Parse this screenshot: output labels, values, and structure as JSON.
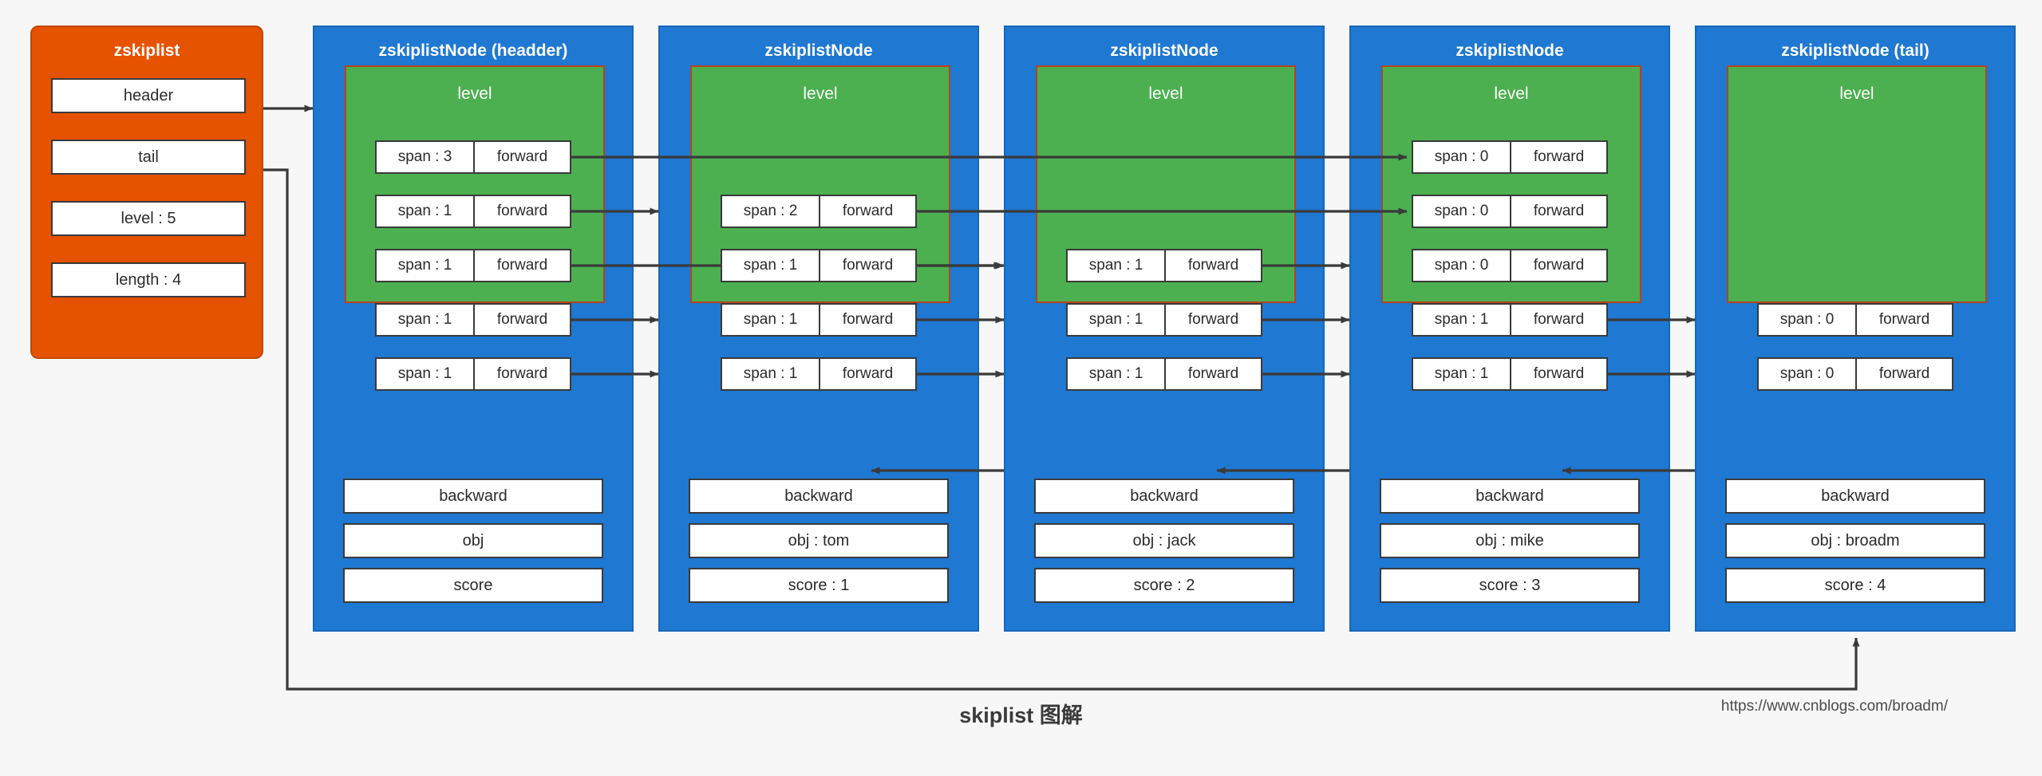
{
  "caption": "skiplist 图解",
  "credit": "https://www.cnblogs.com/broadm/",
  "colors": {
    "background": "#f7f7f7",
    "zskiplist_fill": "#e55200",
    "node_fill": "#1f78d1",
    "level_fill": "#4cb050",
    "level_border": "#b5431c",
    "field_fill": "#ffffff",
    "stroke": "#3a3a3a"
  },
  "zskiplist": {
    "title": "zskiplist",
    "fields": [
      {
        "label": "header"
      },
      {
        "label": "tail"
      },
      {
        "label": "level : 5"
      },
      {
        "label": "length : 4"
      }
    ]
  },
  "nodes": [
    {
      "title": "zskiplistNode (headder)",
      "level_label": "level",
      "levels": [
        {
          "span": "span : 3",
          "forward": "forward"
        },
        {
          "span": "span : 1",
          "forward": "forward"
        },
        {
          "span": "span : 1",
          "forward": "forward"
        },
        {
          "span": "span : 1",
          "forward": "forward"
        },
        {
          "span": "span : 1",
          "forward": "forward"
        }
      ],
      "backward": "backward",
      "obj": "obj",
      "score": "score"
    },
    {
      "title": "zskiplistNode",
      "level_label": "level",
      "levels": [
        {
          "span": "span : 2",
          "forward": "forward"
        },
        {
          "span": "span : 1",
          "forward": "forward"
        },
        {
          "span": "span : 1",
          "forward": "forward"
        },
        {
          "span": "span : 1",
          "forward": "forward"
        }
      ],
      "backward": "backward",
      "obj": "obj : tom",
      "score": "score : 1"
    },
    {
      "title": "zskiplistNode",
      "level_label": "level",
      "levels": [
        {
          "span": "span : 1",
          "forward": "forward"
        },
        {
          "span": "span : 1",
          "forward": "forward"
        },
        {
          "span": "span : 1",
          "forward": "forward"
        }
      ],
      "backward": "backward",
      "obj": "obj : jack",
      "score": "score : 2"
    },
    {
      "title": "zskiplistNode",
      "level_label": "level",
      "levels": [
        {
          "span": "span : 0",
          "forward": "forward"
        },
        {
          "span": "span : 0",
          "forward": "forward"
        },
        {
          "span": "span : 0",
          "forward": "forward"
        },
        {
          "span": "span : 1",
          "forward": "forward"
        },
        {
          "span": "span : 1",
          "forward": "forward"
        }
      ],
      "backward": "backward",
      "obj": "obj : mike",
      "score": "score : 3"
    },
    {
      "title": "zskiplistNode (tail)",
      "level_label": "level",
      "levels": [
        {
          "span": "span : 0",
          "forward": "forward"
        },
        {
          "span": "span : 0",
          "forward": "forward"
        }
      ],
      "backward": "backward",
      "obj": "obj : broadm",
      "score": "score : 4"
    }
  ]
}
